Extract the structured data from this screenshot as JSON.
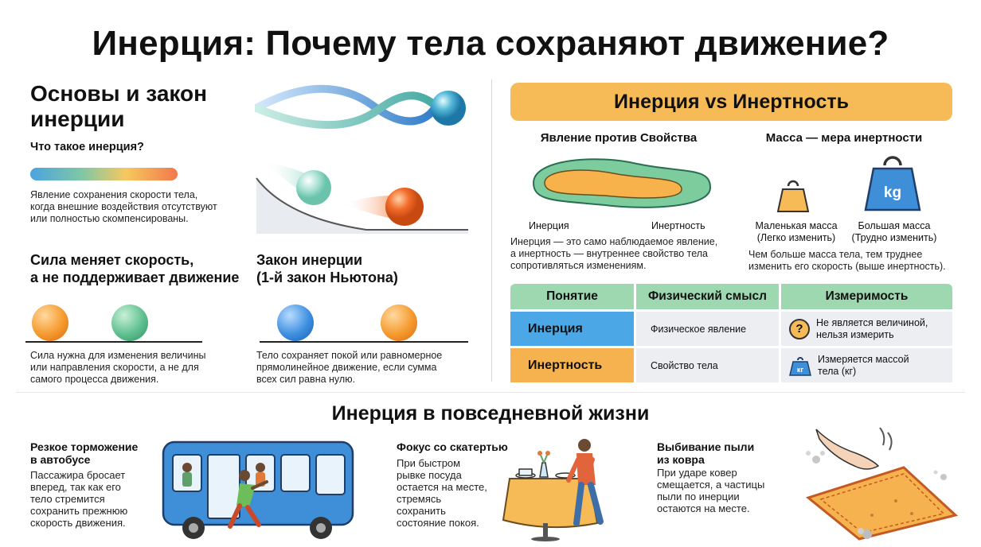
{
  "title": "Инерция: Почему тела сохраняют движение?",
  "left": {
    "heading": "Основы и закон инерции",
    "what_title": "Что такое инерция?",
    "what_text": [
      "Явление сохранения скорости тела,",
      "когда внешние воздействия отсутствуют",
      "или полностью скомпенсированы."
    ],
    "force": {
      "title": [
        "Сила меняет скорость,",
        "а не поддерживает движение"
      ],
      "text": [
        "Сила нужна для изменения величины",
        "или направления скорости, а не для",
        "самого процесса движения."
      ]
    },
    "law": {
      "title": [
        "Закон инерции",
        "(1-й закон Ньютона)"
      ],
      "text": [
        "Тело сохраняет покой или равномерное",
        "прямолинейное движение, если сумма",
        "всех сил равна нулю."
      ]
    }
  },
  "right": {
    "banner": "Инерция vs Инертность",
    "phenomenon": {
      "title": "Явление против Свойства",
      "label_inner": "Инерция",
      "label_outer": "Инертность",
      "text": [
        "Инерция — это само наблюдаемое явление,",
        "а инертность — внутреннее свойство тела",
        "сопротивляться изменениям."
      ]
    },
    "mass": {
      "title": "Масса — мера инертности",
      "small": [
        "Маленькая масса",
        "(Легко изменить)"
      ],
      "big": [
        "Большая масса",
        "(Трудно изменить)"
      ],
      "kg_label": "kg",
      "text": [
        "Чем больше масса тела, тем труднее",
        "изменить его скорость (выше инертность)."
      ]
    },
    "table": {
      "headers": [
        "Понятие",
        "Физический смысл",
        "Измеримость"
      ],
      "rows": [
        {
          "name": "Инерция",
          "meaning": "Физическое явление",
          "icon": "?",
          "measure": [
            "Не является величиной,",
            "нельзя измерить"
          ]
        },
        {
          "name": "Инертность",
          "meaning": "Свойство тела",
          "icon": "кг",
          "measure": [
            "Измеряется массой",
            "тела (кг)"
          ]
        }
      ]
    }
  },
  "everyday": {
    "title": "Инерция в повседневной жизни",
    "bus": {
      "title": [
        "Резкое торможение",
        "в автобусе"
      ],
      "text": [
        "Пассажира бросает",
        "вперед, так как его",
        "тело стремится",
        "сохранить прежнюю",
        "скорость движения."
      ]
    },
    "cloth": {
      "title": [
        "Фокус со скатертью"
      ],
      "text": [
        "При быстром",
        "рывке посуда",
        "остается на месте,",
        "стремясь",
        "сохранить",
        "состояние покоя."
      ]
    },
    "carpet": {
      "title": [
        "Выбивание пыли",
        "из ковра"
      ],
      "text": [
        "При ударе ковер",
        "смещается, а частицы",
        "пыли по инерции",
        "остаются на месте."
      ]
    }
  },
  "colors": {
    "orange": "#f6bb57",
    "green": "#9ed8b0",
    "blue": "#4ba7e6",
    "grey": "#eceef1"
  }
}
